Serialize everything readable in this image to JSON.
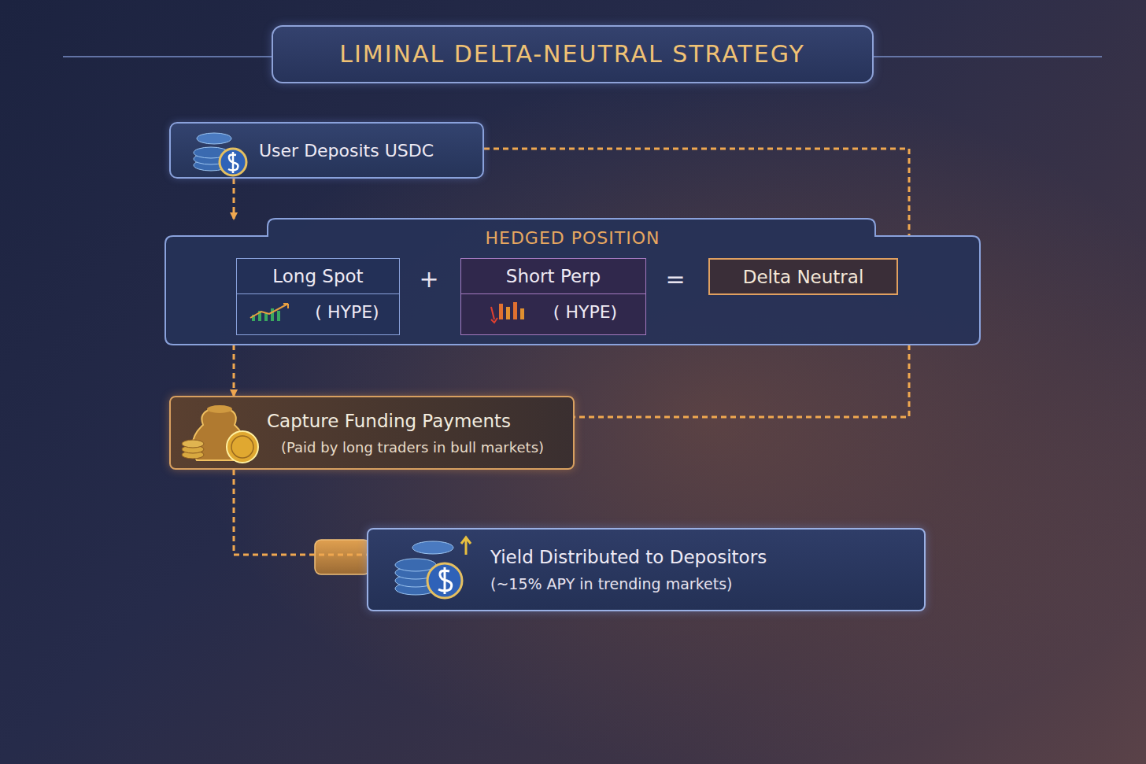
{
  "diagram": {
    "title": "LIMINAL DELTA-NEUTRAL STRATEGY",
    "nodes": [
      {
        "text": [
          "User Deposits USDC"
        ]
      },
      {
        "text": [
          "HEDGED POSITION"
        ]
      },
      {
        "text": [
          "Long Spot",
          "( HYPE)"
        ],
        "in": 1
      },
      {
        "text": [
          "Short Perp",
          "( HYPE)"
        ],
        "in": 1
      },
      {
        "text": [
          "Delta Neutral"
        ],
        "in": 1
      },
      {
        "text": [
          "Capture Funding Payments",
          "(Paid by long traders in bull markets)"
        ]
      },
      {
        "text": [
          "Yield Distributed to Depositors",
          "(~15% APY in trending markets)"
        ]
      }
    ],
    "edges": [
      {
        "from": 0,
        "to": 1,
        "arrow": "to"
      },
      {
        "from": 0,
        "to": 1,
        "arrow": "none"
      },
      {
        "from": 1,
        "to": 5,
        "arrow": "to"
      },
      {
        "from": 1,
        "to": 5,
        "arrow": "none"
      },
      {
        "from": 5,
        "to": 6,
        "arrow": "none"
      }
    ],
    "labels": [
      "+",
      "="
    ]
  }
}
